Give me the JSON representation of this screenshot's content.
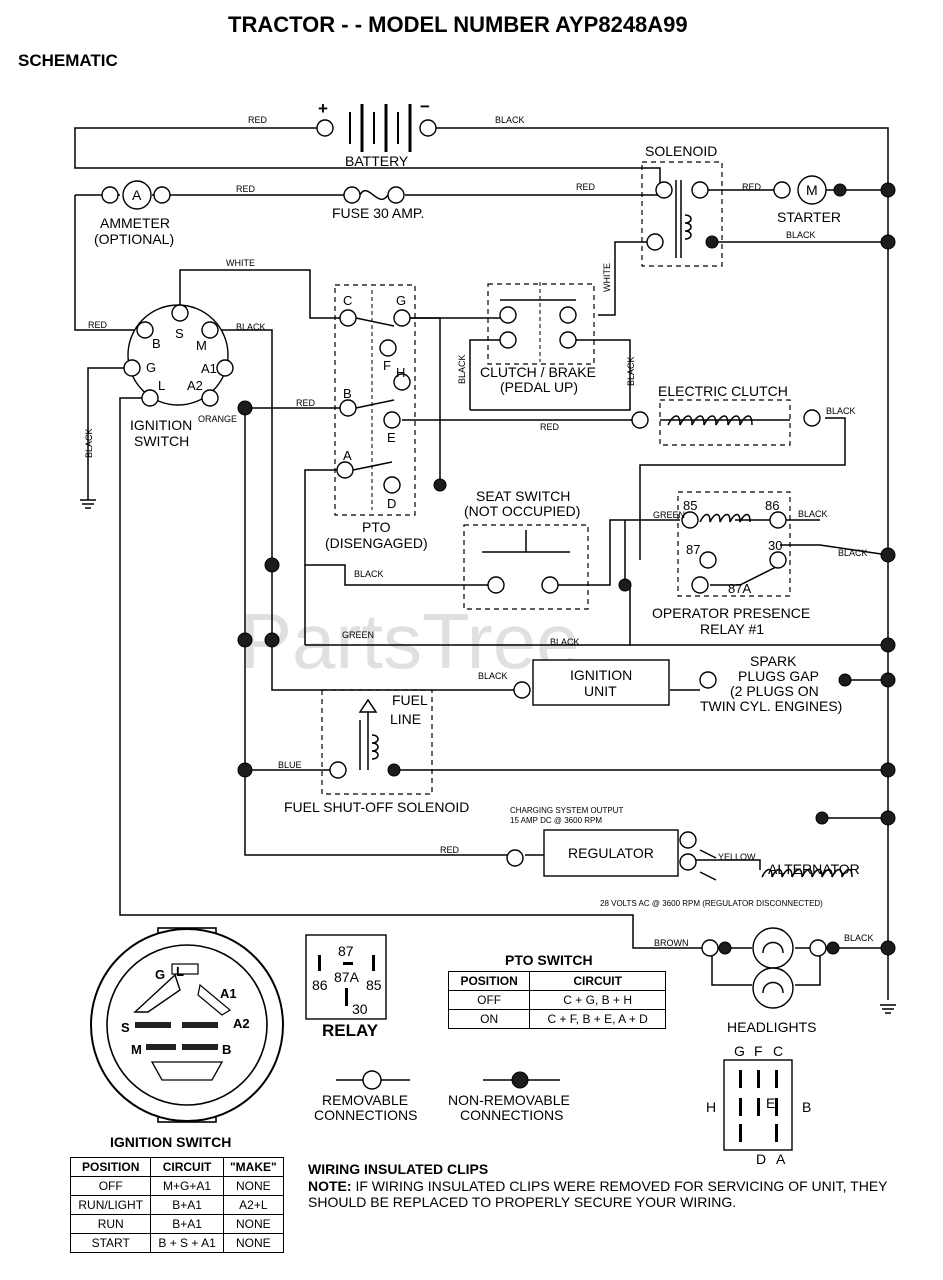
{
  "header": {
    "title": "TRACTOR - - MODEL NUMBER AYP8248A99",
    "section": "SCHEMATIC"
  },
  "watermark": "PartsTree",
  "components": {
    "battery": "BATTERY",
    "battery_plus": "+",
    "battery_minus": "−",
    "solenoid": "SOLENOID",
    "ammeter_symbol": "A",
    "ammeter_1": "AMMETER",
    "ammeter_2": "(OPTIONAL)",
    "fuse": "FUSE 30 AMP.",
    "starter_symbol": "M",
    "starter": "STARTER",
    "ignition_switch_1": "IGNITION",
    "ignition_switch_2": "SWITCH",
    "clutch_brake_1": "CLUTCH / BRAKE",
    "clutch_brake_2": "(PEDAL UP)",
    "electric_clutch": "ELECTRIC CLUTCH",
    "pto_1": "PTO",
    "pto_2": "(DISENGAGED)",
    "seat_switch_1": "SEAT SWITCH",
    "seat_switch_2": "(NOT OCCUPIED)",
    "relay_1": "OPERATOR PRESENCE",
    "relay_2": "RELAY #1",
    "ignition_unit_1": "IGNITION",
    "ignition_unit_2": "UNIT",
    "spark_1": "SPARK",
    "spark_2": "PLUGS GAP",
    "spark_3": "(2 PLUGS ON",
    "spark_4": "TWIN CYL. ENGINES)",
    "fuel_line_1": "FUEL",
    "fuel_line_2": "LINE",
    "fuel_solenoid": "FUEL SHUT-OFF SOLENOID",
    "charging_1": "CHARGING SYSTEM OUTPUT",
    "charging_2": "15 AMP DC @ 3600 RPM",
    "regulator": "REGULATOR",
    "alternator": "ALTERNATOR",
    "ac_note": "28 VOLTS AC @ 3600 RPM (REGULATOR DISCONNECTED)",
    "headlights": "HEADLIGHTS",
    "relay_legend": "RELAY",
    "removable_1": "REMOVABLE",
    "removable_2": "CONNECTIONS",
    "nonremovable_1": "NON-REMOVABLE",
    "nonremovable_2": "CONNECTIONS",
    "ign_switch_caption": "IGNITION SWITCH"
  },
  "wires": {
    "red": "RED",
    "black": "BLACK",
    "white": "WHITE",
    "orange": "ORANGE",
    "green": "GREEN",
    "blue": "BLUE",
    "yellow": "YELLOW",
    "brown": "BROWN"
  },
  "pins": {
    "ign": [
      "S",
      "M",
      "B",
      "A1",
      "G",
      "L",
      "A2"
    ],
    "pto": [
      "C",
      "G",
      "F",
      "H",
      "B",
      "E",
      "A",
      "D"
    ],
    "relay": [
      "85",
      "86",
      "87",
      "30",
      "87A"
    ],
    "relay_legend": [
      "87",
      "87A",
      "86",
      "85",
      "30"
    ],
    "ign_face": [
      "G",
      "L",
      "A1",
      "A2",
      "S",
      "M",
      "B"
    ],
    "pto_face": [
      "G",
      "F",
      "C",
      "H",
      "E",
      "B",
      "D",
      "A"
    ]
  },
  "ignition_table": {
    "headers": [
      "POSITION",
      "CIRCUIT",
      "\"MAKE\""
    ],
    "rows": [
      [
        "OFF",
        "M+G+A1",
        "NONE"
      ],
      [
        "RUN/LIGHT",
        "B+A1",
        "A2+L"
      ],
      [
        "RUN",
        "B+A1",
        "NONE"
      ],
      [
        "START",
        "B + S + A1",
        "NONE"
      ]
    ]
  },
  "pto_table": {
    "title": "PTO SWITCH",
    "headers": [
      "POSITION",
      "CIRCUIT"
    ],
    "rows": [
      [
        "OFF",
        "C + G, B + H"
      ],
      [
        "ON",
        "C + F, B + E, A + D"
      ]
    ]
  },
  "note": {
    "heading": "WIRING INSULATED CLIPS",
    "label": "NOTE:",
    "text": "IF WIRING INSULATED CLIPS WERE REMOVED FOR SERVICING OF UNIT, THEY SHOULD BE REPLACED TO PROPERLY SECURE YOUR WIRING."
  }
}
